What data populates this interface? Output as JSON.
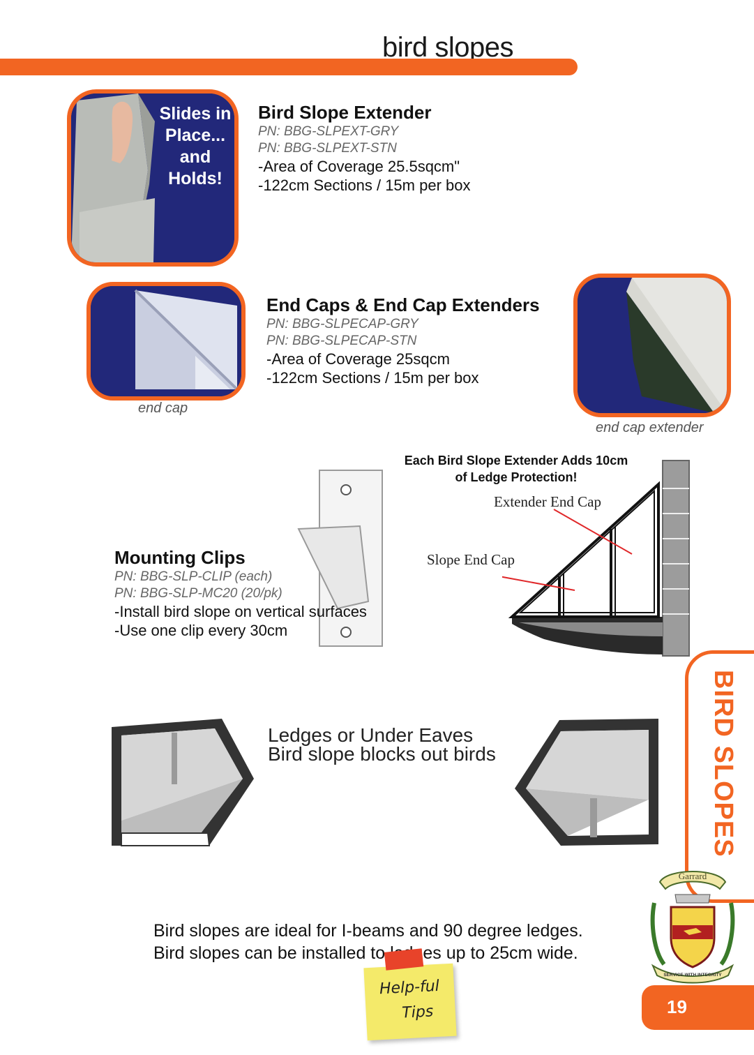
{
  "header": {
    "title": "bird slopes"
  },
  "products": [
    {
      "title": "Bird Slope Extender",
      "part_numbers": [
        "PN: BBG-SLPEXT-GRY",
        "PN: BBG-SLPEXT-STN"
      ],
      "specs": [
        "-Area of Coverage 25.5sqcm\"",
        "-122cm Sections / 15m per box"
      ],
      "image_text": [
        "Slides in",
        "Place...",
        "and",
        "Holds!"
      ]
    },
    {
      "title": "End Caps & End Cap Extenders",
      "part_numbers": [
        "PN: BBG-SLPECAP-GRY",
        "PN: BBG-SLPECAP-STN"
      ],
      "specs": [
        "-Area of Coverage 25sqcm",
        "-122cm Sections / 15m per box"
      ],
      "captions": [
        "end cap",
        "end cap extender"
      ]
    },
    {
      "title": "Mounting Clips",
      "part_numbers": [
        "PN: BBG-SLP-CLIP (each)",
        "PN: BBG-SLP-MC20 (20/pk)"
      ],
      "specs": [
        "-Install bird slope on vertical surfaces",
        "-Use one clip every 30cm"
      ]
    }
  ],
  "diagram": {
    "heading": [
      "Each Bird Slope Extender Adds 10cm",
      "of Ledge Protection!"
    ],
    "labels": [
      "Extender End Cap",
      "Slope End Cap"
    ]
  },
  "ledges": {
    "lines": [
      "Ledges or Under Eaves",
      "Bird slope blocks out birds"
    ]
  },
  "tips": {
    "lines": [
      "Bird slopes are ideal for I-beams and 90 degree ledges.",
      "Bird slopes can be installed to ledges up to 25cm wide."
    ],
    "note": [
      "Help-ful",
      "Tips"
    ]
  },
  "side_tab": {
    "label": "BIRD SLOPES"
  },
  "logo": {
    "top_text": "Garrard",
    "bottom_text": "SERVICE WITH INTEGRITY"
  },
  "page_number": "19",
  "colors": {
    "accent": "#f26522",
    "photo_bg": "#1f2470"
  }
}
